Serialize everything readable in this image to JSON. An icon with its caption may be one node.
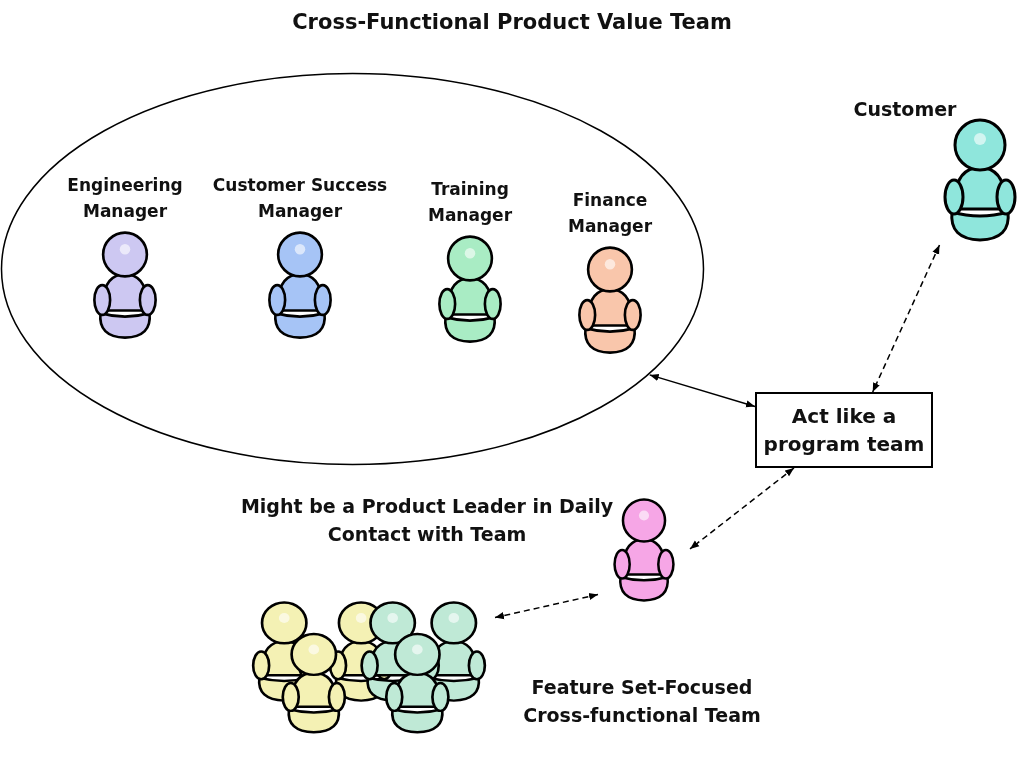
{
  "diagram": {
    "title": "Cross-Functional Product Value Team",
    "nodes": [
      {
        "text": [],
        "shape": "ellipse"
      },
      {
        "text": [
          "Engineering Manager"
        ],
        "in": 0
      },
      {
        "text": [
          "Customer Success Manager"
        ],
        "in": 0
      },
      {
        "text": [
          "Training Manager"
        ],
        "in": 0
      },
      {
        "text": [
          "Finance Manager"
        ],
        "in": 0
      },
      {
        "text": [
          "Customer"
        ]
      },
      {
        "text": [
          "Act like a program team"
        ]
      },
      {
        "text": [],
        "shape": "person",
        "beside": [
          "Might be a Product Leader in Daily Contact with Team"
        ]
      },
      {
        "text": [],
        "shape": "person",
        "beside": [
          "Feature Set-Focused Cross-functional Team"
        ]
      }
    ],
    "edges": [
      {
        "from": 0,
        "to": 6,
        "arrow": "both"
      },
      {
        "from": 5,
        "to": 6,
        "arrow": "both",
        "style": "dashed"
      },
      {
        "from": 6,
        "to": 7,
        "arrow": "both",
        "style": "dashed"
      },
      {
        "from": 7,
        "to": 8,
        "arrow": "both",
        "style": "dashed"
      }
    ]
  }
}
